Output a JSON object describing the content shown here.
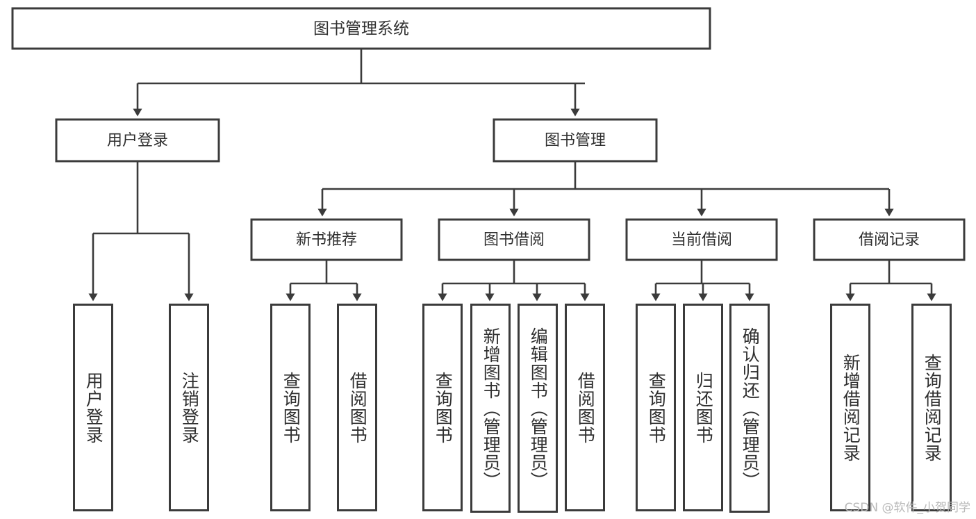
{
  "diagram": {
    "type": "tree",
    "title": "图书管理系统",
    "watermark": "CSDN @软件_小贺同学",
    "colors": {
      "node_border": "#3b3b3b",
      "node_fill": "#ffffff",
      "connector": "#3b3b3b",
      "text": "#2f2f2f",
      "watermark": "#b9b9b9",
      "background": "#ffffff"
    },
    "root": {
      "label": "图书管理系统"
    },
    "level2": [
      {
        "label": "用户登录"
      },
      {
        "label": "图书管理"
      }
    ],
    "level3": [
      {
        "label": "新书推荐"
      },
      {
        "label": "图书借阅"
      },
      {
        "label": "当前借阅"
      },
      {
        "label": "借阅记录"
      }
    ],
    "leaves": {
      "user_login": [
        {
          "label": "用户登录"
        },
        {
          "label": "注销登录"
        }
      ],
      "new_book_recommend": [
        {
          "label": "查询图书"
        },
        {
          "label": "借阅图书"
        }
      ],
      "book_borrow": [
        {
          "label": "查询图书"
        },
        {
          "label": "新增图书（管理员）"
        },
        {
          "label": "编辑图书（管理员）"
        },
        {
          "label": "借阅图书"
        }
      ],
      "current_borrow": [
        {
          "label": "查询图书"
        },
        {
          "label": "归还图书"
        },
        {
          "label": "确认归还（管理员）"
        }
      ],
      "borrow_record": [
        {
          "label": "新增借阅记录"
        },
        {
          "label": "查询借阅记录"
        }
      ]
    }
  }
}
